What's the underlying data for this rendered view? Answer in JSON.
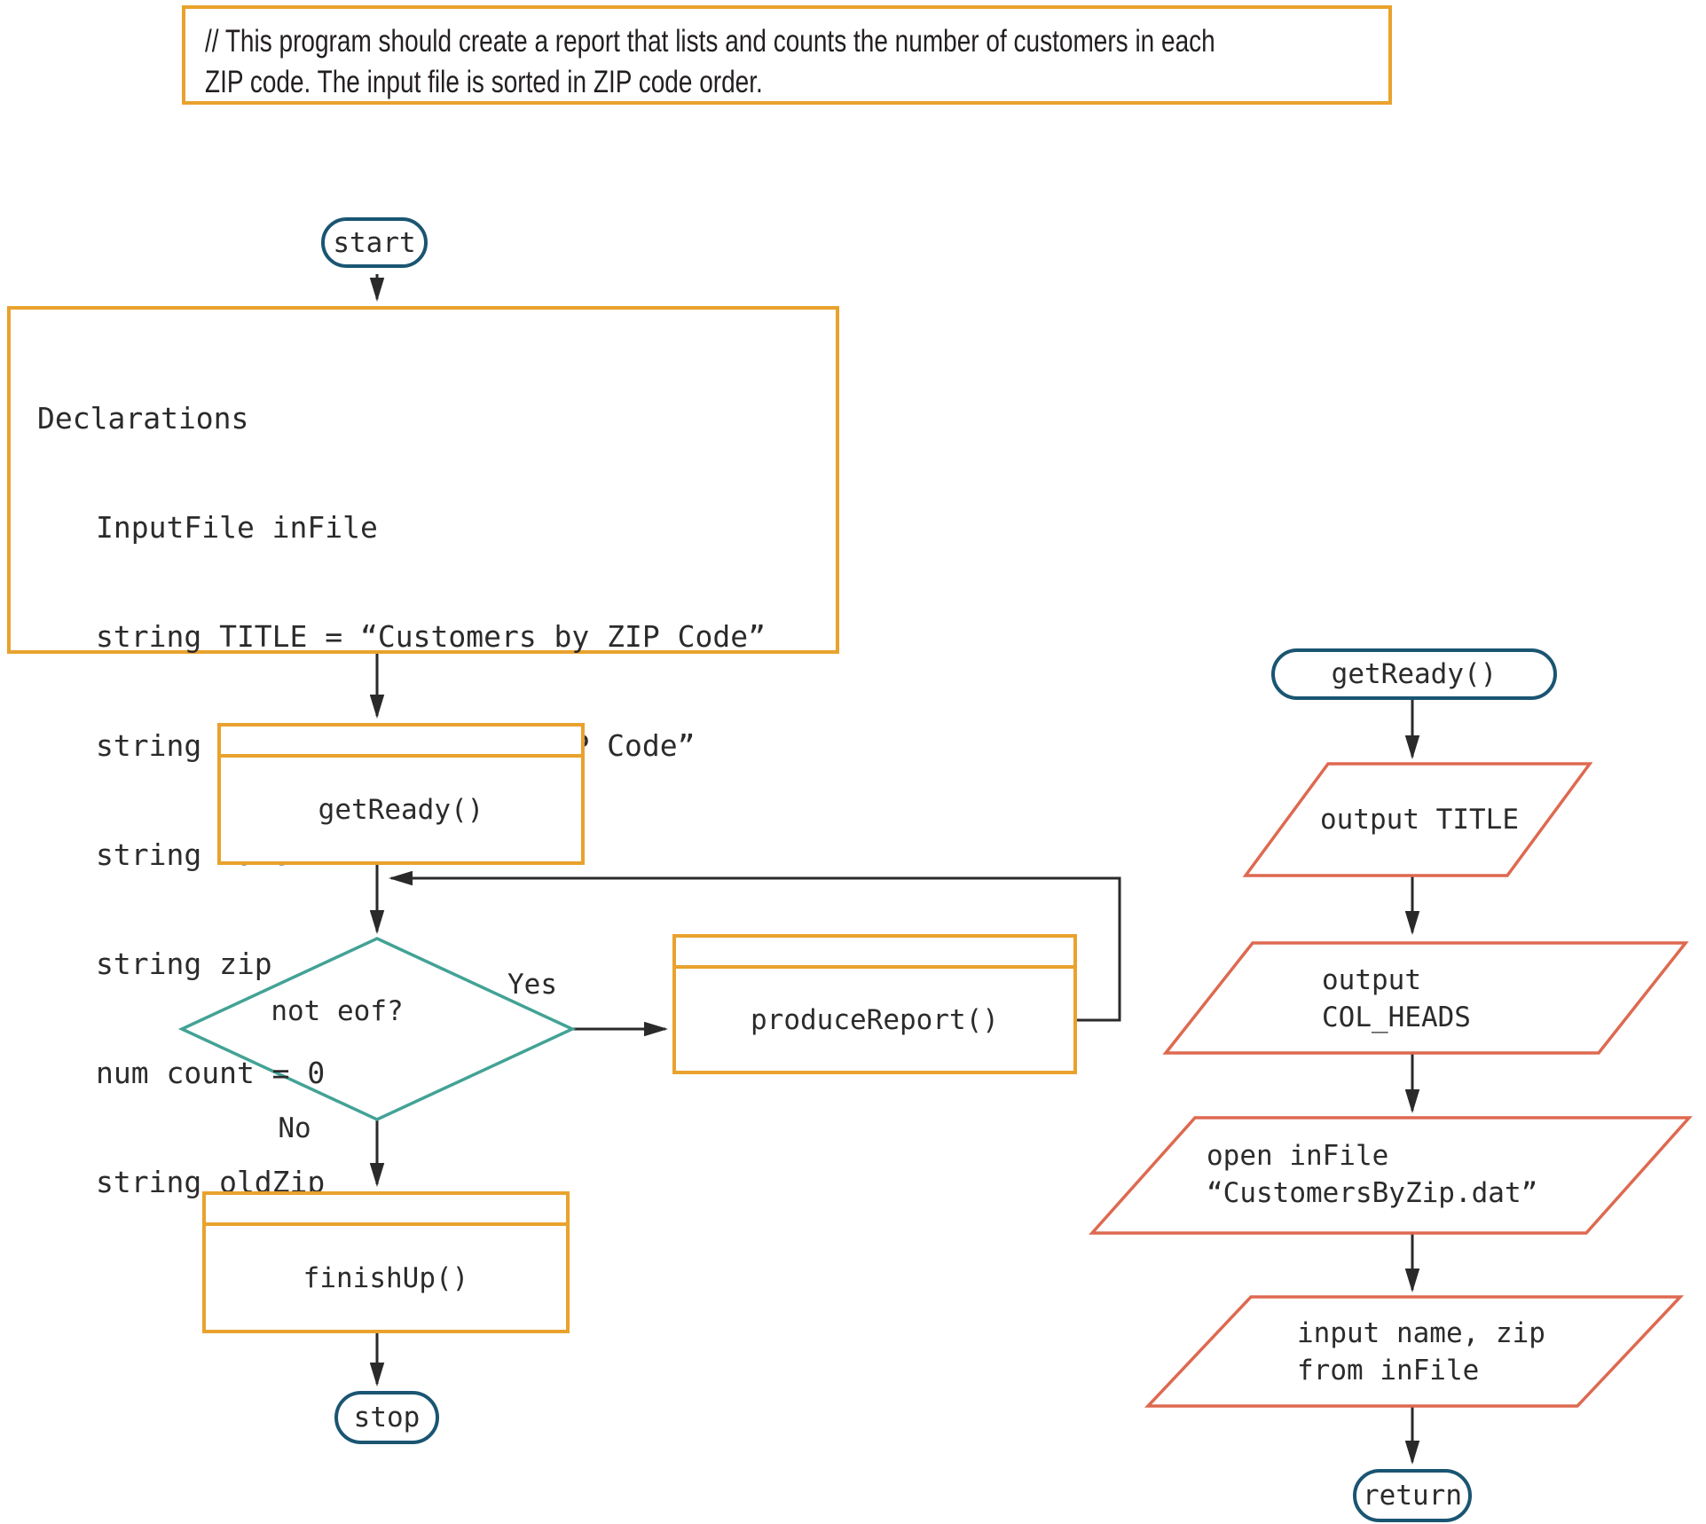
{
  "colors": {
    "orange": "#E9A22D",
    "teal": "#42A295",
    "coral": "#DE6950",
    "navy": "#1A5572",
    "line": "#2A2A2A",
    "text": "#2B2B2B"
  },
  "comment": {
    "line1": "// This program should create a report that lists and counts the number of customers in each",
    "line2": "ZIP code. The input file is sorted in ZIP code order."
  },
  "main_flow": {
    "start": "start",
    "declarations": {
      "title": "Declarations",
      "lines": [
        "InputFile inFile",
        "string TITLE = “Customers by ZIP Code”",
        "string COL_HEADS = “Name ZIP Code”",
        "string name",
        "string zip",
        "num count = 0",
        "string oldZip"
      ]
    },
    "get_ready": "getReady()",
    "decision": "not eof?",
    "yes": "Yes",
    "no": "No",
    "produce_report": "produceReport()",
    "finish_up": "finishUp()",
    "stop": "stop"
  },
  "get_ready_module": {
    "terminal": "getReady()",
    "output_title": "output TITLE",
    "output_col_heads": {
      "line1": "output",
      "line2": "COL_HEADS"
    },
    "open_in_file": {
      "line1": "open inFile",
      "line2": "“CustomersByZip.dat”"
    },
    "input_record": {
      "line1": "input name, zip",
      "line2": "from inFile"
    },
    "return": "return"
  }
}
